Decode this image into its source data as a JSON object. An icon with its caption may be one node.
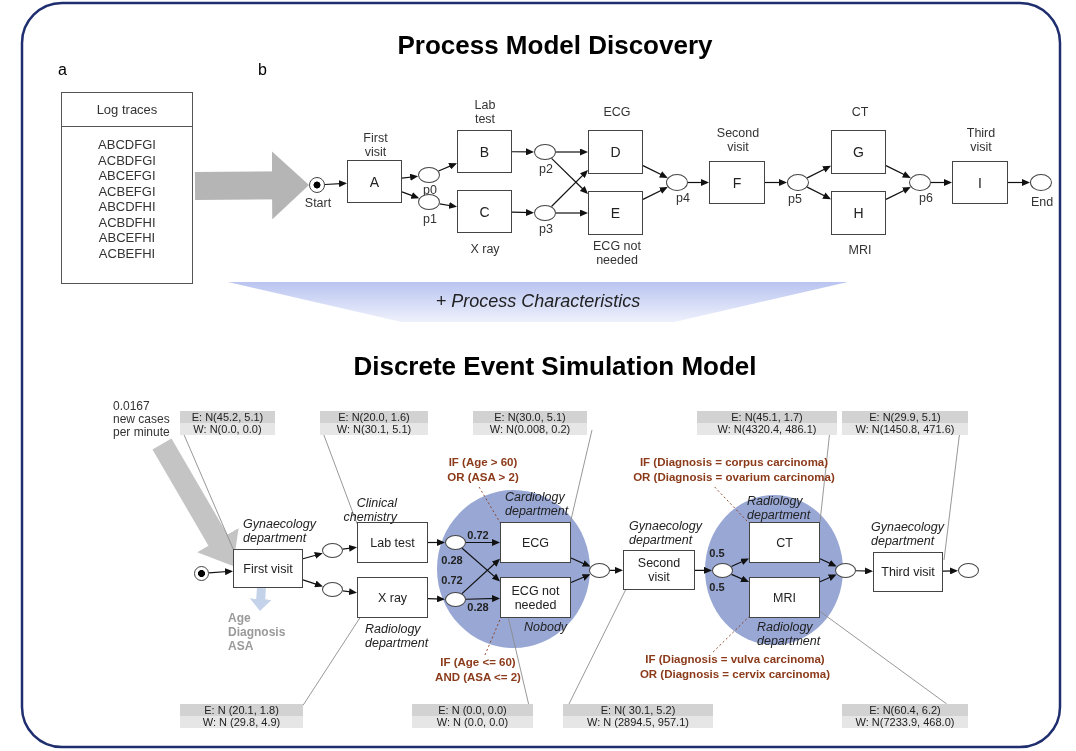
{
  "diagram": {
    "title": "Process Model Discovery",
    "nodes": [
      {
        "text": [
          "Log traces",
          "ABCDFGI",
          "ACBDFGI",
          "ABCEFGI",
          "ACBEFGI",
          "ABCDFHI",
          "ACBDFHI",
          "ABCEFHI",
          "ACBEFHI"
        ]
      },
      {
        "text": [],
        "shape": "circle",
        "beside": [
          "Start"
        ]
      },
      {
        "text": [
          "A"
        ],
        "beside": [
          "First visit"
        ]
      },
      {
        "text": [],
        "shape": "circle",
        "beside": [
          "p0"
        ]
      },
      {
        "text": [],
        "shape": "circle",
        "beside": [
          "p1"
        ]
      },
      {
        "text": [
          "B"
        ],
        "beside": [
          "Lab test"
        ]
      },
      {
        "text": [
          "C"
        ],
        "beside": [
          "X ray"
        ]
      },
      {
        "text": [],
        "shape": "circle",
        "beside": [
          "p2"
        ]
      },
      {
        "text": [],
        "shape": "circle",
        "beside": [
          "p3"
        ]
      },
      {
        "text": [
          "D"
        ],
        "beside": [
          "ECG"
        ]
      },
      {
        "text": [
          "E"
        ],
        "beside": [
          "ECG not needed"
        ]
      },
      {
        "text": [],
        "shape": "circle",
        "beside": [
          "p4"
        ]
      },
      {
        "text": [
          "F"
        ],
        "beside": [
          "Second visit"
        ]
      },
      {
        "text": [],
        "shape": "circle",
        "beside": [
          "p5"
        ]
      },
      {
        "text": [
          "G"
        ],
        "beside": [
          "CT"
        ]
      },
      {
        "text": [
          "H"
        ],
        "beside": [
          "MRI"
        ]
      },
      {
        "text": [],
        "shape": "circle",
        "beside": [
          "p6"
        ]
      },
      {
        "text": [
          "I"
        ],
        "beside": [
          "Third visit"
        ]
      },
      {
        "text": [],
        "shape": "circle",
        "beside": [
          "End"
        ]
      },
      {
        "text": [
          "+ Process Characteristics"
        ]
      },
      {
        "text": [
          "0.0167 new cases per minute"
        ]
      },
      {
        "text": [],
        "shape": "circle"
      },
      {
        "text": [
          "First visit"
        ],
        "beside": [
          "Gynaecology department"
        ]
      },
      {
        "text": [
          "Age Diagnosis ASA"
        ]
      },
      {
        "text": [],
        "shape": "circle"
      },
      {
        "text": [],
        "shape": "circle"
      },
      {
        "text": [
          "Lab test"
        ],
        "beside": [
          "Clinical chemistry"
        ]
      },
      {
        "text": [
          "X ray"
        ],
        "beside": [
          "Radiology department"
        ]
      },
      {
        "text": [
          "Cardiology department",
          "Nobody"
        ]
      },
      {
        "text": [],
        "shape": "circle",
        "in": 28
      },
      {
        "text": [],
        "shape": "circle",
        "in": 28
      },
      {
        "text": [
          "ECG"
        ],
        "in": 28
      },
      {
        "text": [
          "ECG not needed"
        ],
        "in": 28
      },
      {
        "text": [],
        "shape": "circle"
      },
      {
        "text": [
          "Second visit"
        ],
        "beside": [
          "Gynaecology department"
        ]
      },
      {
        "text": [
          "Radiology department",
          "Radiology department"
        ]
      },
      {
        "text": [],
        "shape": "circle",
        "in": 35
      },
      {
        "text": [
          "CT"
        ],
        "in": 35
      },
      {
        "text": [
          "MRI"
        ],
        "in": 35
      },
      {
        "text": [],
        "shape": "circle"
      },
      {
        "text": [
          "Third visit"
        ],
        "beside": [
          "Gynaecology department"
        ]
      },
      {
        "text": [],
        "shape": "circle"
      },
      {
        "text": [
          "E: N(45.2, 5.1)",
          "W: N(0.0, 0.0)"
        ]
      },
      {
        "text": [
          "E: N(20.0, 1.6)",
          "W: N(30.1, 5.1)"
        ]
      },
      {
        "text": [
          "E: N(30.0, 5.1)",
          "W: N(0.008, 0.2)"
        ]
      },
      {
        "text": [
          "E: N(45.1, 1.7)",
          "W: N(4320.4, 486.1)"
        ]
      },
      {
        "text": [
          "E: N(29.9, 5.1)",
          "W: N(1450.8, 471.6)"
        ]
      },
      {
        "text": [
          "E: N (20.1, 1.8)",
          "W: N (29.8, 4.9)"
        ]
      },
      {
        "text": [
          "E: N (0.0, 0.0)",
          "W: N (0.0, 0.0)"
        ]
      },
      {
        "text": [
          "E: N( 30.1, 5.2)",
          "W: N (2894.5, 957.1)"
        ]
      },
      {
        "text": [
          "E: N(60.4, 6.2)",
          "W: N(7233.9, 468.0)"
        ]
      },
      {
        "text": [
          "IF (Age > 60) OR (ASA > 2)"
        ]
      },
      {
        "text": [
          "IF (Age <= 60) AND (ASA <= 2)"
        ]
      },
      {
        "text": [
          "IF (Diagnosis = corpus carcinoma) OR (Diagnosis = ovarium carcinoma)"
        ]
      },
      {
        "text": [
          "IF (Diagnosis = vulva carcinoma) OR (Diagnosis = cervix carcinoma)"
        ]
      }
    ],
    "edges": [
      {
        "from": 0,
        "to": 1,
        "arrow": "to",
        "style": "thick",
        "color": "#b5b5b5"
      },
      {
        "from": 1,
        "to": 2,
        "arrow": "to"
      },
      {
        "from": 2,
        "to": 3,
        "arrow": "to"
      },
      {
        "from": 2,
        "to": 4,
        "arrow": "to"
      },
      {
        "from": 3,
        "to": 5,
        "arrow": "to"
      },
      {
        "from": 4,
        "to": 6,
        "arrow": "to"
      },
      {
        "from": 5,
        "to": 7,
        "arrow": "to"
      },
      {
        "from": 6,
        "to": 8,
        "arrow": "to"
      },
      {
        "from": 7,
        "to": 9,
        "arrow": "to"
      },
      {
        "from": 7,
        "to": 10,
        "arrow": "to"
      },
      {
        "from": 8,
        "to": 9,
        "arrow": "to"
      },
      {
        "from": 8,
        "to": 10,
        "arrow": "to"
      },
      {
        "from": 9,
        "to": 11,
        "arrow": "to"
      },
      {
        "from": 10,
        "to": 11,
        "arrow": "to"
      },
      {
        "from": 11,
        "to": 12,
        "arrow": "to"
      },
      {
        "from": 12,
        "to": 13,
        "arrow": "to"
      },
      {
        "from": 13,
        "to": 14,
        "arrow": "to"
      },
      {
        "from": 13,
        "to": 15,
        "arrow": "to"
      },
      {
        "from": 14,
        "to": 16,
        "arrow": "to"
      },
      {
        "from": 15,
        "to": 16,
        "arrow": "to"
      },
      {
        "from": 16,
        "to": 17,
        "arrow": "to"
      },
      {
        "from": 17,
        "to": 18,
        "arrow": "to"
      },
      {
        "from": 20,
        "to": 22,
        "arrow": "to",
        "style": "thick",
        "color": "#c4c4c4"
      },
      {
        "from": 22,
        "to": 23,
        "arrow": "to",
        "style": "thick",
        "color": "#c5d3ea"
      },
      {
        "from": 21,
        "to": 22,
        "arrow": "to"
      },
      {
        "from": 22,
        "to": 24,
        "arrow": "to"
      },
      {
        "from": 22,
        "to": 25,
        "arrow": "to"
      },
      {
        "from": 24,
        "to": 26,
        "arrow": "to"
      },
      {
        "from": 25,
        "to": 27,
        "arrow": "to"
      },
      {
        "from": 26,
        "to": 29,
        "arrow": "to"
      },
      {
        "from": 27,
        "to": 30,
        "arrow": "to"
      },
      {
        "from": 29,
        "to": 31,
        "arrow": "to",
        "label": "0.72"
      },
      {
        "from": 29,
        "to": 32,
        "arrow": "to",
        "label": "0.28"
      },
      {
        "from": 30,
        "to": 31,
        "arrow": "to",
        "label": "0.72"
      },
      {
        "from": 30,
        "to": 32,
        "arrow": "to",
        "label": "0.28"
      },
      {
        "from": 31,
        "to": 33,
        "arrow": "to"
      },
      {
        "from": 32,
        "to": 33,
        "arrow": "to"
      },
      {
        "from": 33,
        "to": 34,
        "arrow": "to"
      },
      {
        "from": 34,
        "to": 36,
        "arrow": "to"
      },
      {
        "from": 36,
        "to": 37,
        "arrow": "to",
        "label": "0.5"
      },
      {
        "from": 36,
        "to": 38,
        "arrow": "to",
        "label": "0.5"
      },
      {
        "from": 37,
        "to": 39,
        "arrow": "to"
      },
      {
        "from": 38,
        "to": 39,
        "arrow": "to"
      },
      {
        "from": 39,
        "to": 40,
        "arrow": "to"
      },
      {
        "from": 40,
        "to": 41,
        "arrow": "to"
      },
      {
        "from": 42,
        "to": 22,
        "arrow": "none",
        "color": "#8c8c8c"
      },
      {
        "from": 43,
        "to": 26,
        "arrow": "none",
        "color": "#8c8c8c"
      },
      {
        "from": 44,
        "to": 31,
        "arrow": "none",
        "color": "#8c8c8c"
      },
      {
        "from": 45,
        "to": 37,
        "arrow": "none",
        "color": "#8c8c8c"
      },
      {
        "from": 46,
        "to": 40,
        "arrow": "none",
        "color": "#8c8c8c"
      },
      {
        "from": 47,
        "to": 27,
        "arrow": "none",
        "color": "#8c8c8c"
      },
      {
        "from": 48,
        "to": 32,
        "arrow": "none",
        "color": "#8c8c8c"
      },
      {
        "from": 49,
        "to": 34,
        "arrow": "none",
        "color": "#8c8c8c"
      },
      {
        "from": 50,
        "to": 38,
        "arrow": "none",
        "color": "#8c8c8c"
      },
      {
        "from": 51,
        "to": 31,
        "arrow": "none",
        "style": "dashed",
        "color": "#8b3a1a"
      },
      {
        "from": 52,
        "to": 32,
        "arrow": "none",
        "style": "dashed",
        "color": "#8b3a1a"
      },
      {
        "from": 53,
        "to": 37,
        "arrow": "none",
        "style": "dashed",
        "color": "#8b3a1a"
      },
      {
        "from": 54,
        "to": 38,
        "arrow": "none",
        "style": "dashed",
        "color": "#8b3a1a"
      }
    ],
    "labels": [
      "a",
      "b",
      "Discrete Event Simulation Model"
    ]
  }
}
